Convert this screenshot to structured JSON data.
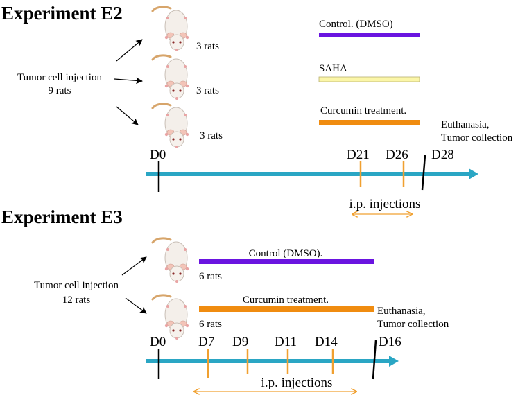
{
  "e2": {
    "title": "Experiment E2",
    "injection_line1": "Tumor cell injection",
    "injection_line2": "9 rats",
    "group_counts": [
      "3 rats",
      "3 rats",
      "3 rats"
    ],
    "treatments": [
      {
        "label": "Control. (DMSO)",
        "color": "#6a14e0"
      },
      {
        "label": "SAHA",
        "color": "#fbf6a8"
      },
      {
        "label": "Curcumin treatment.",
        "color": "#f08c10"
      }
    ],
    "end_line1": "Euthanasia,",
    "end_line2": "Tumor collection",
    "days": [
      "D0",
      "D21",
      "D26",
      "D28"
    ],
    "injections_label": "i.p. injections"
  },
  "e3": {
    "title": "Experiment E3",
    "injection_line1": "Tumor cell injection",
    "injection_line2": "12 rats",
    "group_counts": [
      "6 rats",
      "6 rats"
    ],
    "treatments": [
      {
        "label": "Control (DMSO).",
        "color": "#6a14e0"
      },
      {
        "label": "Curcumin treatment.",
        "color": "#f08c10"
      }
    ],
    "end_line1": "Euthanasia,",
    "end_line2": "Tumor collection",
    "days": [
      "D0",
      "D7",
      "D9",
      "D11",
      "D14",
      "D16"
    ],
    "injections_label": "i.p. injections"
  },
  "colors": {
    "timeline": "#2aa6c4",
    "tick": "#f0a030",
    "range_arrow": "#f0a030",
    "marker": "#000000"
  },
  "icons": [
    "rat-icon",
    "arrow-icon"
  ]
}
